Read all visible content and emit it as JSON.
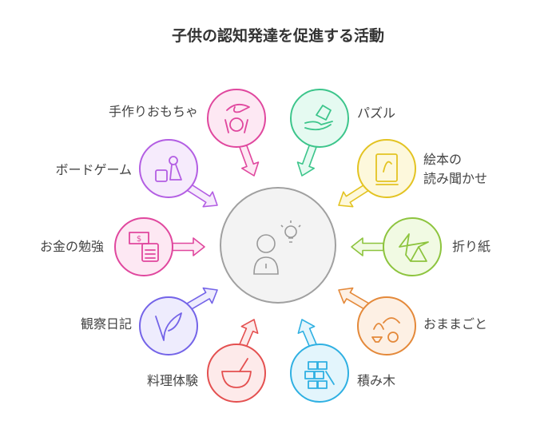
{
  "title": "子供の認知発達を促進する活動",
  "center": {
    "icon": "child-idea-icon",
    "stroke": "#a0a0a0",
    "fill": "#f3f3f3"
  },
  "activities": [
    {
      "id": "handmade-toys",
      "label": "手作りおもちゃ",
      "icon": "hand-child-icon",
      "color": "#e0479e",
      "light": "#fde8f3"
    },
    {
      "id": "board-game",
      "label": "ボードゲーム",
      "icon": "dice-pawn-icon",
      "color": "#b35ee3",
      "light": "#f6ebfc"
    },
    {
      "id": "money-study",
      "label": "お金の勉強",
      "icon": "money-calculator-icon",
      "color": "#e0479e",
      "light": "#fde8f3"
    },
    {
      "id": "observation-diary",
      "label": "観察日記",
      "icon": "leaf-icon",
      "color": "#7464e8",
      "light": "#eeecfd"
    },
    {
      "id": "cooking",
      "label": "料理体験",
      "icon": "mixing-bowl-icon",
      "color": "#e45050",
      "light": "#fdeaea"
    },
    {
      "id": "puzzle",
      "label": "パズル",
      "icon": "puzzle-hand-icon",
      "color": "#3cc58b",
      "light": "#e5faf1"
    },
    {
      "id": "picture-book",
      "label": "絵本の\n読み聞かせ",
      "icon": "book-icon",
      "color": "#e3c322",
      "light": "#fdf8dc"
    },
    {
      "id": "origami",
      "label": "折り紙",
      "icon": "paper-crane-icon",
      "color": "#8dc43e",
      "light": "#f1fae3"
    },
    {
      "id": "pretend-play",
      "label": "おままごと",
      "icon": "food-play-icon",
      "color": "#e4893a",
      "light": "#fdf0e4"
    },
    {
      "id": "building-blocks",
      "label": "積み木",
      "icon": "blocks-icon",
      "color": "#2fb0e2",
      "light": "#e3f5fc"
    }
  ]
}
